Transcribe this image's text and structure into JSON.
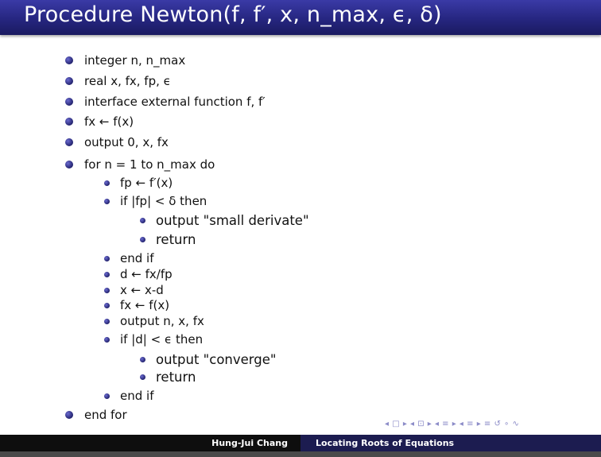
{
  "slide": {
    "title": "Procedure Newton(f, f′, x, n_max, ϵ, δ)",
    "items": [
      "integer n, n_max",
      "real x, fx, fp, ϵ",
      "interface external function f, f′",
      "fx ← f(x)",
      "output 0, x, fx",
      "for n = 1 to n_max do",
      "fp ← f′(x)",
      "if |fp| < δ then",
      "output \"small derivate\"",
      "return",
      "end if",
      "d ← fx/fp",
      "x ← x-d",
      "fx ← f(x)",
      "output n, x, fx",
      "if |d| < ϵ then",
      "output \"converge\"",
      "return",
      "end if",
      "end for"
    ]
  },
  "nav_symbols": "◂ □ ▸ ◂ ⊡ ▸ ◂ ≡ ▸ ◂ ≡ ▸   ≡   ↺ ∘ ∿",
  "footer": {
    "author": "Hung-Jui Chang",
    "title": "Locating Roots of Equations"
  }
}
